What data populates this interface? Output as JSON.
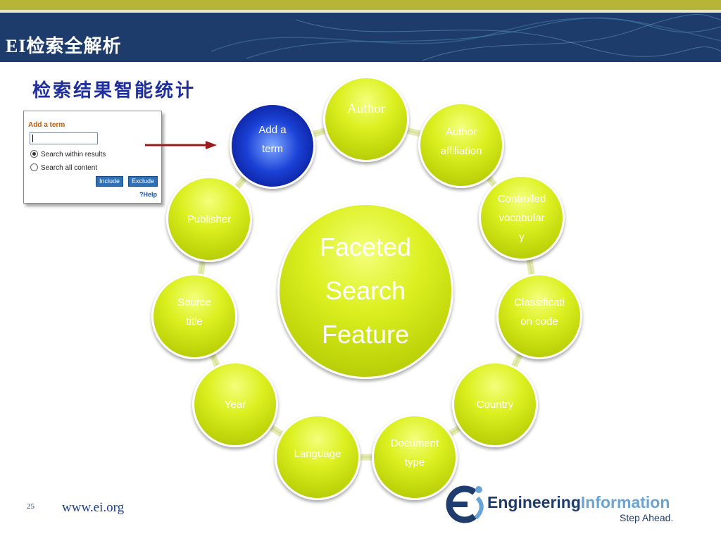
{
  "header": {
    "title": "EI检索全解析",
    "colors": {
      "stripe": "#b7b43a",
      "banner": "#1d3c6b"
    }
  },
  "subtitle": "检索结果智能统计",
  "widget": {
    "title": "Add a term",
    "input_value": "",
    "options": [
      {
        "label": "Search within results",
        "selected": true
      },
      {
        "label": "Search all content",
        "selected": false
      }
    ],
    "include_label": "Include",
    "exclude_label": "Exclude",
    "help_label": "?Help"
  },
  "diagram": {
    "center": [
      "Faceted",
      "Search",
      "Feature"
    ],
    "nodes": [
      {
        "id": "author",
        "lines": [
          "Author"
        ]
      },
      {
        "id": "author-affiliation",
        "lines": [
          "Author",
          "affiliation"
        ]
      },
      {
        "id": "controlled-vocabulary",
        "lines": [
          "Controlled",
          "vocabular",
          "y"
        ]
      },
      {
        "id": "classification-code",
        "lines": [
          "Classificati",
          "on code"
        ]
      },
      {
        "id": "country",
        "lines": [
          "Country"
        ]
      },
      {
        "id": "document-type",
        "lines": [
          "Document",
          "type"
        ]
      },
      {
        "id": "language",
        "lines": [
          "Language"
        ]
      },
      {
        "id": "year",
        "lines": [
          "Year"
        ]
      },
      {
        "id": "source-title",
        "lines": [
          "Source",
          "title"
        ]
      },
      {
        "id": "publisher",
        "lines": [
          "Publisher"
        ]
      },
      {
        "id": "add-a-term",
        "lines": [
          "Add a",
          "term"
        ],
        "highlight": true
      }
    ],
    "colors": {
      "node": "#d4ea17",
      "highlight": "#1330c0",
      "connector": "#e4ebb0"
    }
  },
  "footer": {
    "page_number": "25",
    "url": "www.ei.org"
  },
  "logo": {
    "name_part1": "Engineering",
    "name_part2": "Information",
    "tagline": "Step Ahead."
  }
}
